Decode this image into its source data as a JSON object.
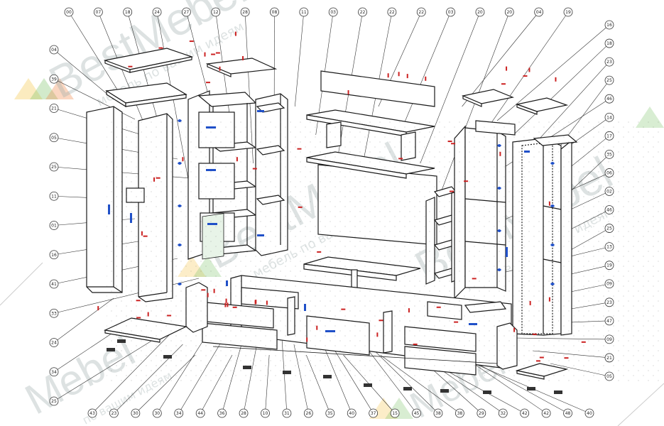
{
  "watermark": {
    "brand": "BestMebel",
    "brand_short": "Mebel",
    "tagline": "мебель по вашим идеям",
    "tagline_short": "по вашим идеям",
    "colors": {
      "green": "#7dc36b",
      "yellow": "#f4c548",
      "orange": "#f08a4b",
      "gray": "#9aa6a6"
    }
  },
  "colors": {
    "line": "#1a1a1a",
    "hardware_blue": "#2050c8",
    "hardware_red": "#cc2222",
    "hardware_dark": "#333333"
  },
  "callouts": {
    "top": [
      "00",
      "07",
      "18",
      "24",
      "27",
      "12",
      "28",
      "08",
      "11",
      "03",
      "22",
      "22",
      "22",
      "03",
      "20",
      "20",
      "04",
      "19"
    ],
    "left": [
      "04",
      "39",
      "21",
      "05",
      "25",
      "11",
      "01",
      "16",
      "41",
      "33",
      "24",
      "34",
      "25"
    ],
    "right": [
      "16",
      "18",
      "23",
      "25",
      "46",
      "14",
      "17",
      "35",
      "06",
      "02",
      "46",
      "25",
      "13",
      "19",
      "09",
      "23",
      "47",
      "09",
      "21",
      "05"
    ],
    "bottom": [
      "43",
      "23",
      "30",
      "30",
      "34",
      "44",
      "36",
      "28",
      "10",
      "31",
      "26",
      "35",
      "40",
      "37",
      "15",
      "45",
      "38",
      "38",
      "29",
      "32",
      "42",
      "42",
      "48",
      "40"
    ]
  }
}
